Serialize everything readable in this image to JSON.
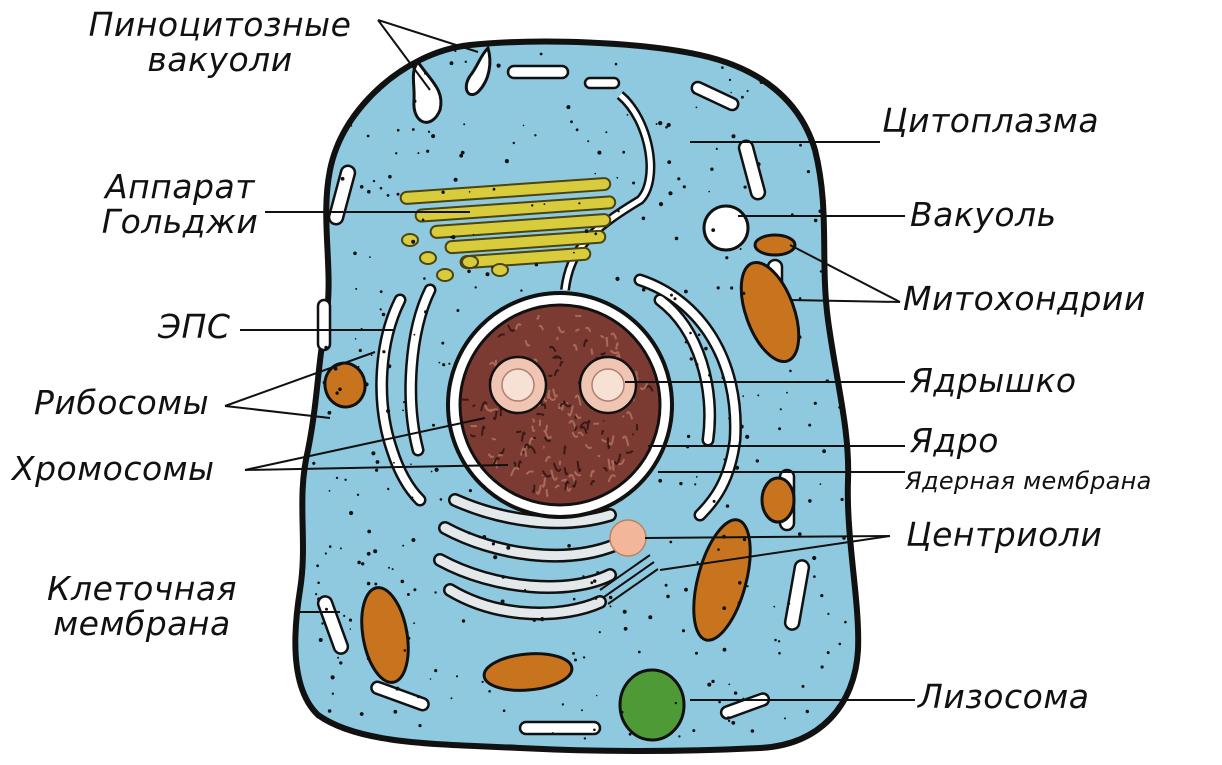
{
  "labels": {
    "pinocytotic_vacuoles": "Пиноцитозные\nвакуоли",
    "golgi": "Аппарат\nГольджи",
    "er": "ЭПС",
    "ribosomes": "Рибосомы",
    "chromosomes": "Хромосомы",
    "cell_membrane": "Клеточная\nмембрана",
    "cytoplasm": "Цитоплазма",
    "vacuole": "Вакуоль",
    "mitochondria": "Митохондрии",
    "nucleolus": "Ядрышко",
    "nucleus": "Ядро",
    "nuclear_membrane": "Ядерная мембрана",
    "centrioles": "Центриоли",
    "lysosome": "Лизосома"
  },
  "colors": {
    "cytoplasm": "#8ec9df",
    "golgi": "#d9cc3c",
    "mitochondria": "#c8741f",
    "nucleus": "#7c3b32",
    "nucleolus": "#f1c5b3",
    "lysosome": "#4e9a37",
    "centriole": "#f2b79b",
    "membrane": "#111111"
  }
}
